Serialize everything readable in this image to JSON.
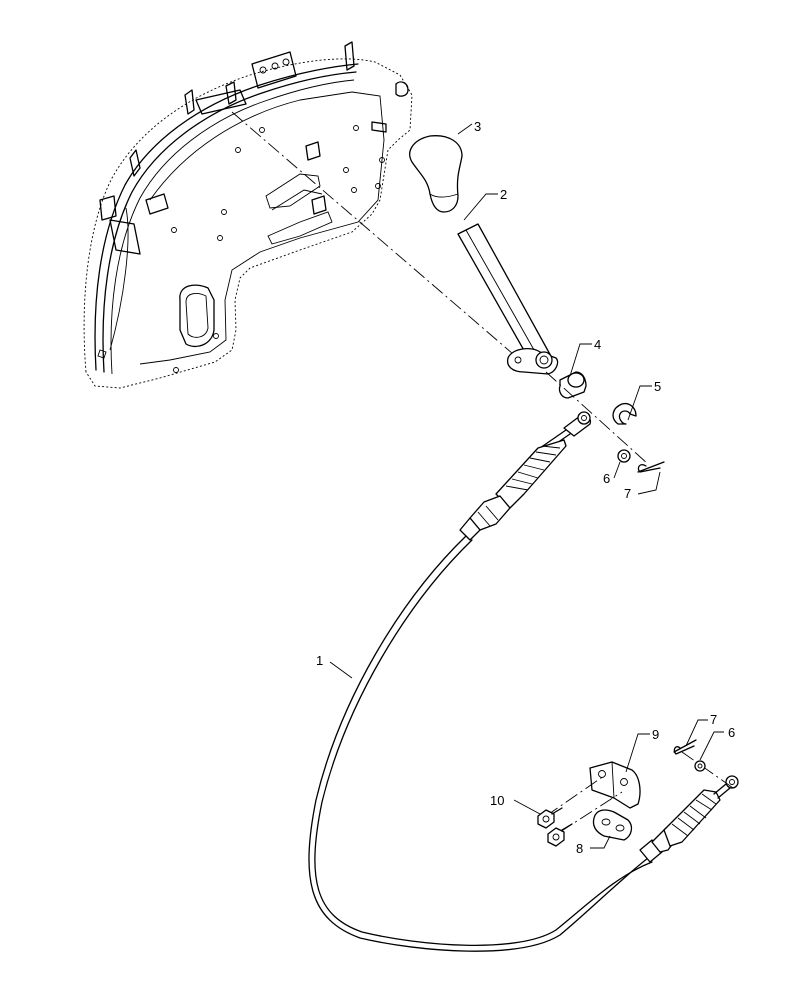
{
  "callouts": [
    {
      "id": "c1",
      "label": "1"
    },
    {
      "id": "c2",
      "label": "2"
    },
    {
      "id": "c3",
      "label": "3"
    },
    {
      "id": "c4",
      "label": "4"
    },
    {
      "id": "c5",
      "label": "5"
    },
    {
      "id": "c6a",
      "label": "6"
    },
    {
      "id": "c7a",
      "label": "7"
    },
    {
      "id": "c7b",
      "label": "7"
    },
    {
      "id": "c6b",
      "label": "6"
    },
    {
      "id": "c9",
      "label": "9"
    },
    {
      "id": "c10",
      "label": "10"
    },
    {
      "id": "c8",
      "label": "8"
    }
  ]
}
